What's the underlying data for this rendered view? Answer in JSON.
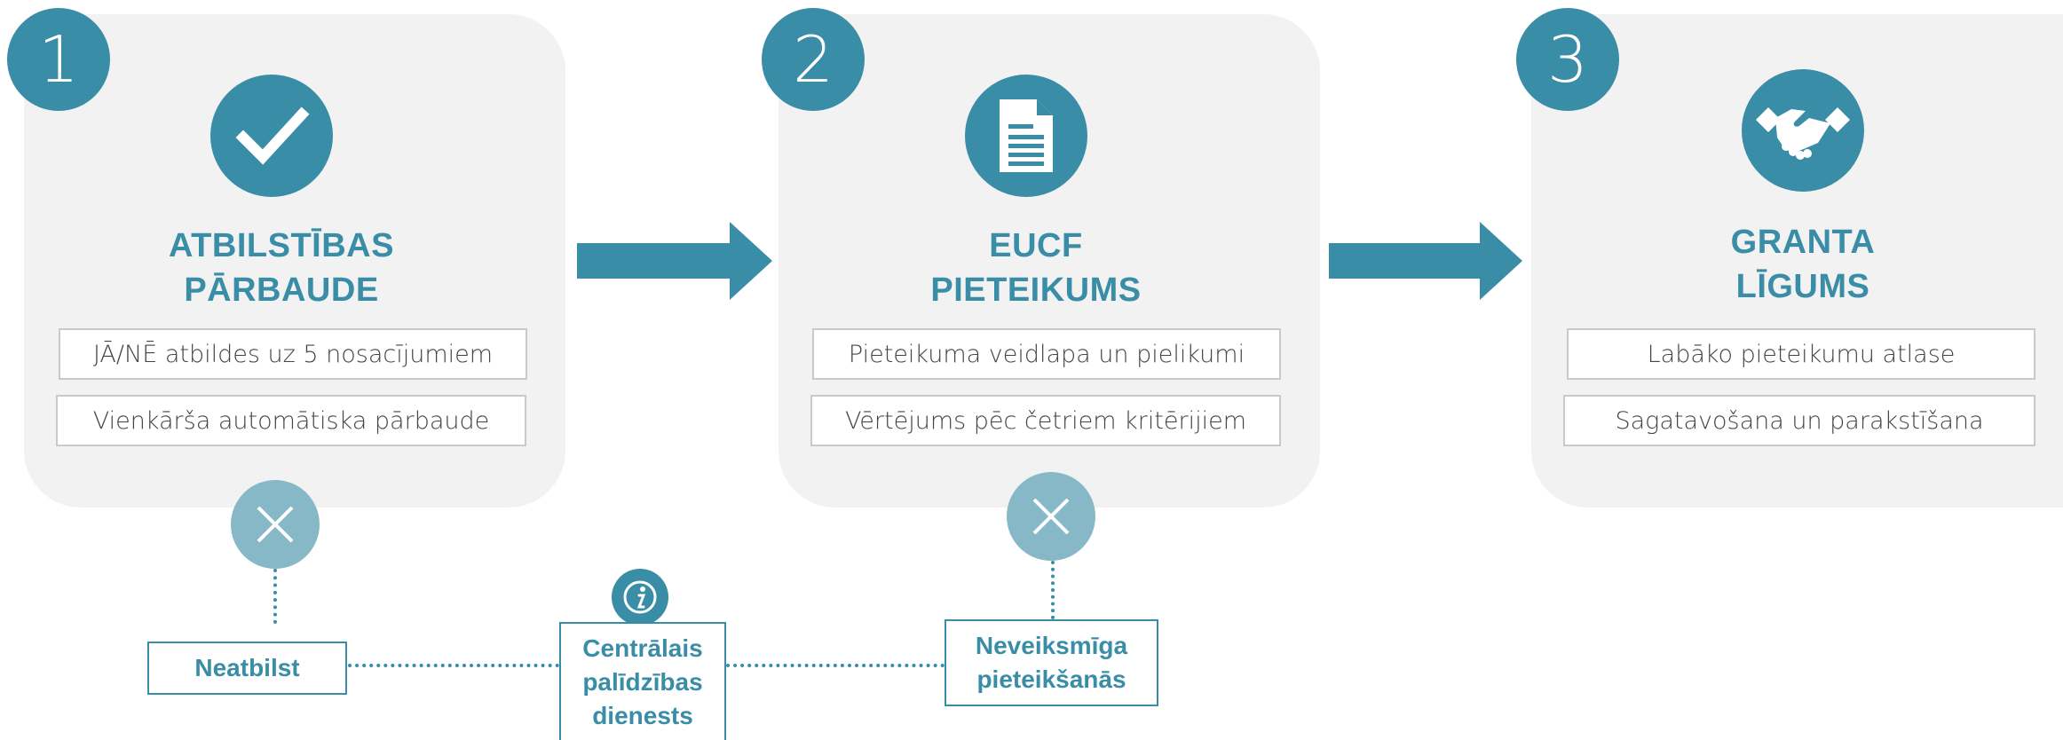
{
  "colors": {
    "accent": "#3a8da6",
    "accent_light": "#87b8c8",
    "card_bg": "#f2f2f2",
    "box_border": "#c9c9c9"
  },
  "steps": [
    {
      "number": "1",
      "icon": "checkmark-icon",
      "title_line1": "ATBILSTĪBAS",
      "title_line2": "PĀRBAUDE",
      "items": [
        "JĀ/NĒ atbildes uz 5 nosacījumiem",
        "Vienkārša automātiska pārbaude"
      ]
    },
    {
      "number": "2",
      "icon": "document-icon",
      "title_line1": "EUCF",
      "title_line2": "PIETEIKUMS",
      "items": [
        "Pieteikuma veidlapa un pielikumi",
        "Vērtējums pēc četriem kritērijiem"
      ]
    },
    {
      "number": "3",
      "icon": "handshake-icon",
      "title_line1": "GRANTA",
      "title_line2": "LĪGUMS",
      "items": [
        "Labāko pieteikumu atlase",
        "Sagatavošana un parakstīšana"
      ]
    }
  ],
  "outcomes": {
    "not_eligible": "Neatbilst",
    "helpdesk_line1": "Centrālais",
    "helpdesk_line2": "palīdzības",
    "helpdesk_line3": "dienests",
    "helpdesk_icon": "info-icon",
    "unsuccessful_line1": "Neveiksmīga",
    "unsuccessful_line2": "pieteikšanās",
    "reject_icon": "close-icon"
  }
}
